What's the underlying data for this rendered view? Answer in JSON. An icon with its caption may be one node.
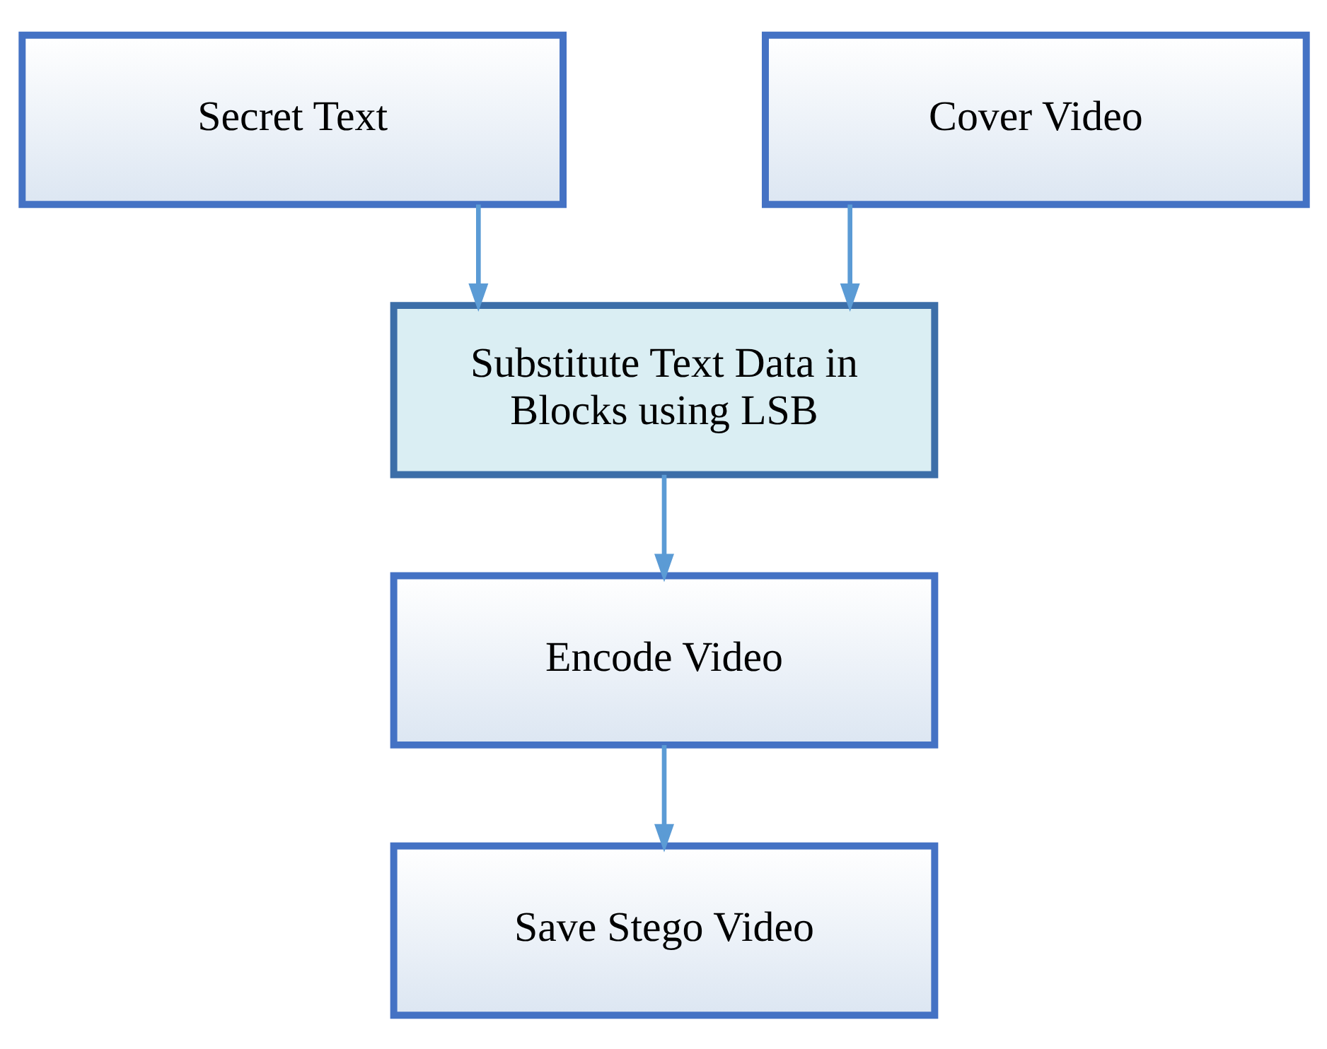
{
  "diagram": {
    "nodes": [
      {
        "text": [
          "Secret Text"
        ]
      },
      {
        "text": [
          "Cover Video"
        ]
      },
      {
        "text": [
          "Substitute Text Data in Blocks using LSB"
        ]
      },
      {
        "text": [
          "Encode Video"
        ]
      },
      {
        "text": [
          "Save Stego Video"
        ]
      }
    ],
    "edges": [
      {
        "from": 0,
        "to": 2,
        "arrow": "to"
      },
      {
        "from": 1,
        "to": 2,
        "arrow": "to"
      },
      {
        "from": 2,
        "to": 3,
        "arrow": "to"
      },
      {
        "from": 3,
        "to": 4,
        "arrow": "to"
      }
    ]
  }
}
